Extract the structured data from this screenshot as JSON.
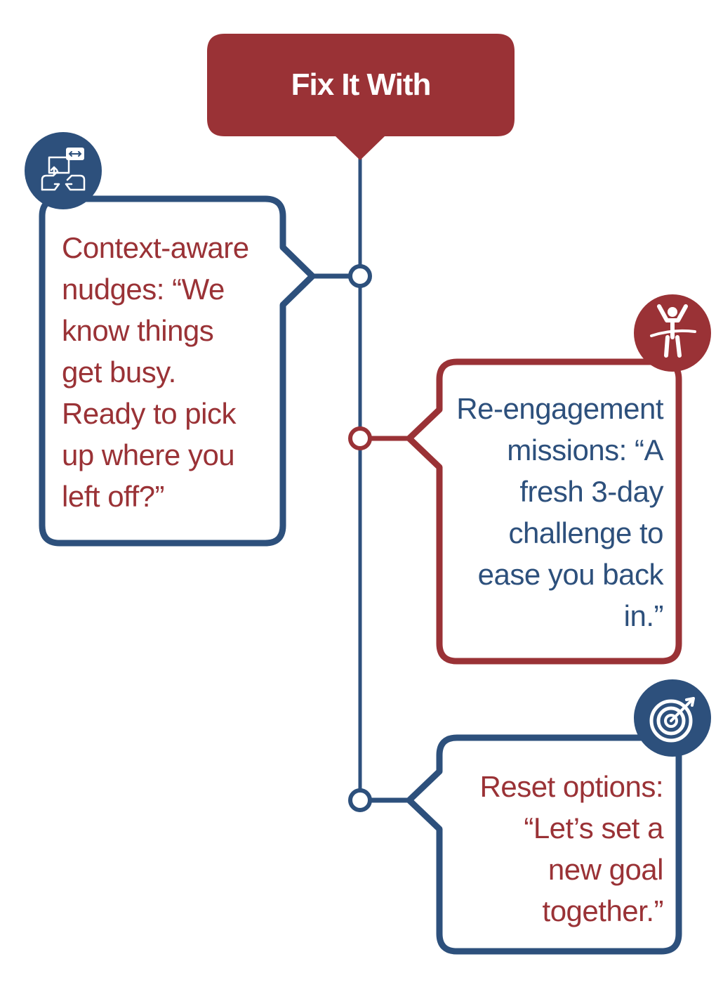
{
  "header": {
    "title": "Fix It With"
  },
  "colors": {
    "red": "#9a3236",
    "blue": "#2d507c",
    "white": "#ffffff"
  },
  "cards": [
    {
      "lines": [
        "Context-aware",
        "nudges: “We",
        "know things",
        "get busy.",
        "Ready to pick",
        "up where you",
        "left off?”"
      ],
      "icon": "hands-exchange-icon",
      "border_color": "#2d507c",
      "text_color": "#9a3236"
    },
    {
      "lines": [
        "Re-engagement",
        "missions: “A",
        "fresh 3-day",
        "challenge to",
        "ease you back",
        "in.”"
      ],
      "icon": "finish-line-runner-icon",
      "border_color": "#9a3236",
      "text_color": "#2d507c"
    },
    {
      "lines": [
        "Reset options:",
        "“Let’s set a",
        "new goal",
        "together.”"
      ],
      "icon": "target-icon",
      "border_color": "#2d507c",
      "text_color": "#9a3236"
    }
  ]
}
